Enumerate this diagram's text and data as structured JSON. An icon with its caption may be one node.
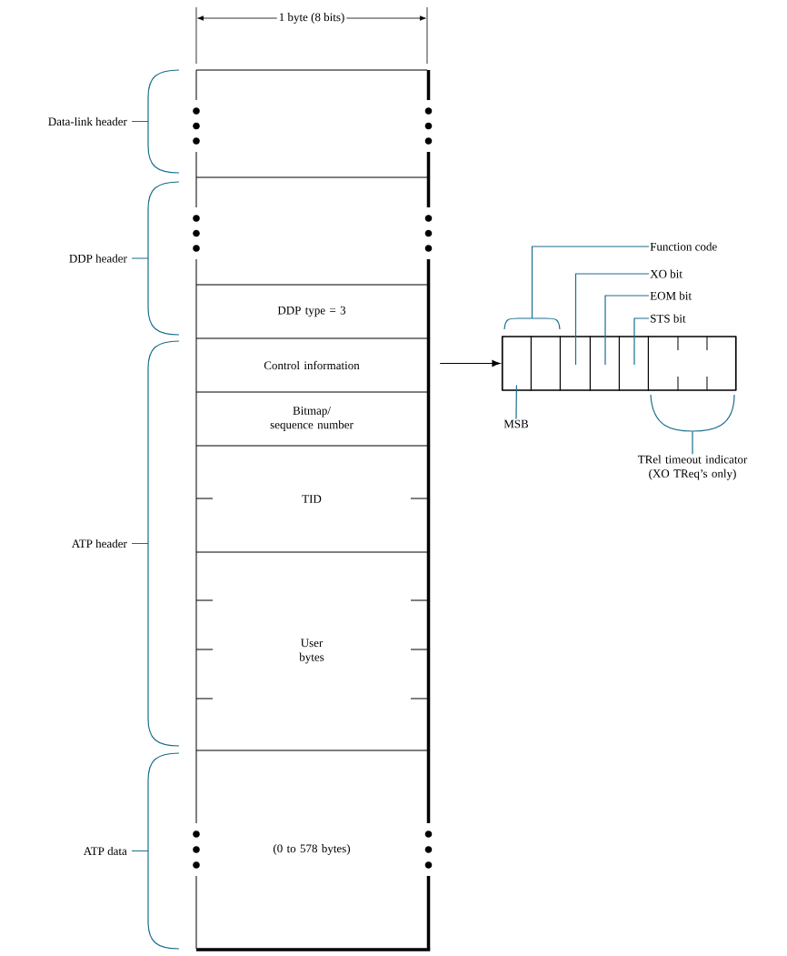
{
  "diagram": {
    "nodes": [
      {
        "text": [],
        "shape": "box"
      },
      {
        "text": [],
        "shape": "box"
      },
      {
        "text": [
          "DDP type = 3"
        ]
      },
      {
        "text": [
          "Control information"
        ]
      },
      {
        "text": [
          "Bitmap/ sequence number"
        ]
      },
      {
        "text": [
          "TID"
        ]
      },
      {
        "text": [
          "User bytes"
        ]
      },
      {
        "text": [
          "(0 to 578 bytes)"
        ]
      },
      {
        "text": [],
        "shape": "box"
      },
      {
        "text": [],
        "shape": "box",
        "in": 8
      },
      {
        "text": [],
        "shape": "box",
        "in": 8
      },
      {
        "text": [],
        "shape": "box",
        "in": 8
      },
      {
        "text": [],
        "shape": "box",
        "in": 8
      },
      {
        "text": [],
        "shape": "box",
        "in": 8
      },
      {
        "text": [],
        "shape": "box",
        "in": 8
      },
      {
        "text": [
          "Function code"
        ]
      },
      {
        "text": [
          "XO bit"
        ]
      },
      {
        "text": [
          "EOM bit"
        ]
      },
      {
        "text": [
          "STS bit"
        ]
      },
      {
        "text": [
          "MSB"
        ]
      },
      {
        "text": [
          "TRel timeout indicator (XO TReq’s only)"
        ]
      },
      {
        "text": [],
        "shape": "brace"
      },
      {
        "text": [],
        "shape": "brace"
      }
    ],
    "edges": [
      {
        "from": 3,
        "to": 8,
        "arrow": "to",
        "color": "#000000"
      },
      {
        "from": 15,
        "to": 21,
        "arrow": "none"
      },
      {
        "from": 16,
        "to": 11,
        "arrow": "none"
      },
      {
        "from": 17,
        "to": 12,
        "arrow": "none"
      },
      {
        "from": 18,
        "to": 13,
        "arrow": "none"
      },
      {
        "from": 19,
        "to": 9,
        "arrow": "none"
      },
      {
        "from": 20,
        "to": 22,
        "arrow": "none"
      }
    ],
    "labels": [
      "1 byte (8 bits)",
      "Data-link header",
      "DDP header",
      "ATP header",
      "ATP data"
    ]
  }
}
